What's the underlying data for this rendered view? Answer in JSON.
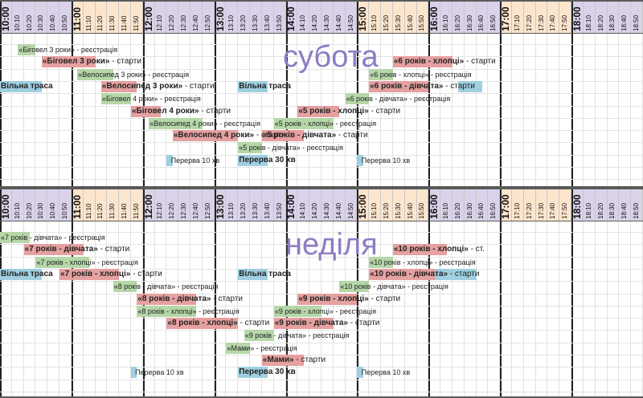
{
  "times": [
    "10:00",
    "10:10",
    "10:20",
    "10:30",
    "10:40",
    "10:50",
    "11:00",
    "11:10",
    "11:20",
    "11:30",
    "11:40",
    "11:50",
    "12:00",
    "12:10",
    "12:20",
    "12:30",
    "12:40",
    "12:50",
    "13:00",
    "13:10",
    "13:20",
    "13:30",
    "13:40",
    "13:50",
    "14:00",
    "14:10",
    "14:20",
    "14:30",
    "14:40",
    "14:50",
    "15:00",
    "15:10",
    "15:20",
    "15:30",
    "15:40",
    "15:50",
    "16:00",
    "16:10",
    "16:20",
    "16:30",
    "16:40",
    "16:50",
    "17:00",
    "17:10",
    "17:20",
    "17:30",
    "17:40",
    "17:50",
    "18:00",
    "18:10",
    "18:20",
    "18:30",
    "18:40",
    "18:50"
  ],
  "colors": {
    "header_purple": "#d9d2e9",
    "header_orange": "#fce5cd",
    "registration": "#b6d7a8",
    "start": "#e6a0a0",
    "free_track": "#9fcfe0",
    "day_title": "#8e7cc3"
  },
  "days": [
    {
      "title": "субота",
      "items": [
        {
          "row": 0,
          "start": 3,
          "span": 3,
          "kind": "reg",
          "parts": [
            {
              "t": "«Біговел 3 роки» - реєстрація",
              "b": false
            }
          ]
        },
        {
          "row": 1,
          "start": 7,
          "span": 9,
          "kind": "start",
          "big": true,
          "parts": [
            {
              "t": "«Біговел 3 роки»",
              "b": true
            },
            {
              "t": " - старти",
              "b": false
            }
          ]
        },
        {
          "row": 1,
          "start": 66,
          "span": 10,
          "kind": "start",
          "big": true,
          "parts": [
            {
              "t": "«6 років - хлопці»",
              "b": true
            },
            {
              "t": " - старти",
              "b": false
            }
          ]
        },
        {
          "row": 2,
          "start": 13,
          "span": 6,
          "kind": "reg",
          "parts": [
            {
              "t": "«Велосипед 3 роки» - реєстрація",
              "b": false
            }
          ]
        },
        {
          "row": 2,
          "start": 62,
          "span": 4,
          "kind": "reg",
          "parts": [
            {
              "t": "«6 років - хлопці» - реєстрація",
              "b": false
            }
          ]
        },
        {
          "row": 3,
          "start": 0,
          "span": 7,
          "kind": "free",
          "big": true,
          "parts": [
            {
              "t": "Вільна траса",
              "b": true
            }
          ]
        },
        {
          "row": 3,
          "start": 17,
          "span": 6,
          "kind": "start",
          "big": true,
          "parts": [
            {
              "t": "«Велосипед 3 роки»",
              "b": true
            },
            {
              "t": " - старти",
              "b": false
            }
          ]
        },
        {
          "row": 3,
          "start": 40,
          "span": 5,
          "kind": "free",
          "big": true,
          "parts": [
            {
              "t": "Вільна траса",
              "b": true
            }
          ]
        },
        {
          "row": 3,
          "start": 62,
          "span": 10,
          "kind": "start",
          "big": true,
          "parts": [
            {
              "t": "«6 років - дівчата»",
              "b": true
            },
            {
              "t": " - старти",
              "b": false
            }
          ]
        },
        {
          "row": 3,
          "start": 77,
          "span": 4,
          "kind": "free",
          "parts": []
        },
        {
          "row": 4,
          "start": 17,
          "span": 5,
          "kind": "reg",
          "parts": [
            {
              "t": "«Біговел 4 роки» - реєстрація",
              "b": false
            }
          ]
        },
        {
          "row": 4,
          "start": 58,
          "span": 4,
          "kind": "reg",
          "parts": [
            {
              "t": "«6 років - дівчата» - реєстрація",
              "b": false
            }
          ]
        },
        {
          "row": 5,
          "start": 22,
          "span": 5,
          "kind": "start",
          "big": true,
          "parts": [
            {
              "t": "«Біговел 4 роки»",
              "b": true
            },
            {
              "t": " - старти",
              "b": false
            }
          ]
        },
        {
          "row": 5,
          "start": 50,
          "span": 7,
          "kind": "start",
          "big": true,
          "parts": [
            {
              "t": "«5 років - хлопці»",
              "b": true
            },
            {
              "t": " - старти",
              "b": false
            }
          ]
        },
        {
          "row": 6,
          "start": 25,
          "span": 9,
          "kind": "reg",
          "parts": [
            {
              "t": "«Велосипед 4 роки» - реєстрація",
              "b": false
            }
          ]
        },
        {
          "row": 6,
          "start": 46,
          "span": 10,
          "kind": "reg",
          "parts": [
            {
              "t": "«5 років - хлопці» - реєстрація",
              "b": false
            }
          ]
        },
        {
          "row": 7,
          "start": 29,
          "span": 11,
          "kind": "start",
          "big": true,
          "parts": [
            {
              "t": "«Велосипед 4 роки»",
              "b": true
            },
            {
              "t": " - старти",
              "b": false
            }
          ]
        },
        {
          "row": 7,
          "start": 44,
          "span": 7,
          "kind": "start",
          "big": true,
          "parts": [
            {
              "t": "«5 років - дівчата»",
              "b": true
            },
            {
              "t": " - старти",
              "b": false
            }
          ]
        },
        {
          "row": 8,
          "start": 40,
          "span": 4,
          "kind": "reg",
          "parts": [
            {
              "t": "«5 років - дівчата» - реєстрація",
              "b": false
            }
          ]
        },
        {
          "row": 9,
          "start": 28,
          "span": 1,
          "kind": "free",
          "parts": []
        },
        {
          "row": 9,
          "start": 40,
          "span": 5,
          "kind": "free",
          "big": true,
          "parts": [
            {
              "t": "Перерва 30 хв",
              "b": true
            }
          ]
        },
        {
          "row": 9,
          "start": 60,
          "span": 1,
          "kind": "free",
          "parts": []
        }
      ],
      "labels": [
        {
          "row": 9,
          "col": 28.3,
          "text": "Перерва 10 хв"
        },
        {
          "row": 9,
          "col": 60.3,
          "text": "Перерва 10 хв"
        }
      ]
    },
    {
      "title": "неділя",
      "items": [
        {
          "row": 0,
          "start": 0,
          "span": 5,
          "kind": "reg",
          "parts": [
            {
              "t": "«7 років - дівчата» - реєстрація",
              "b": false
            }
          ]
        },
        {
          "row": 1,
          "start": 4,
          "span": 10,
          "kind": "start",
          "big": true,
          "parts": [
            {
              "t": "«7 років - дівчата»",
              "b": true
            },
            {
              "t": " - старти",
              "b": false
            }
          ]
        },
        {
          "row": 1,
          "start": 66,
          "span": 9,
          "kind": "start",
          "big": true,
          "parts": [
            {
              "t": "«10 років - хлопці»",
              "b": true
            },
            {
              "t": " - ст.",
              "b": false
            }
          ]
        },
        {
          "row": 2,
          "start": 6,
          "span": 9,
          "kind": "reg",
          "parts": [
            {
              "t": "«7 років - хлопці» - реєстрація",
              "b": false
            }
          ]
        },
        {
          "row": 2,
          "start": 62,
          "span": 4,
          "kind": "reg",
          "parts": [
            {
              "t": "«10 років - хлопці» - реєстрація",
              "b": false
            }
          ]
        },
        {
          "row": 3,
          "start": 0,
          "span": 7,
          "kind": "free",
          "big": true,
          "parts": [
            {
              "t": "Вільна траса",
              "b": true
            }
          ]
        },
        {
          "row": 3,
          "start": 10,
          "span": 10,
          "kind": "start",
          "big": true,
          "parts": [
            {
              "t": "«7 років - хлопці»",
              "b": true
            },
            {
              "t": " - старти",
              "b": false
            }
          ]
        },
        {
          "row": 3,
          "start": 40,
          "span": 5,
          "kind": "free",
          "big": true,
          "parts": [
            {
              "t": "Вільна траса",
              "b": true
            }
          ]
        },
        {
          "row": 3,
          "start": 62,
          "span": 11,
          "kind": "start",
          "big": true,
          "parts": [
            {
              "t": "«10 років - дівчата»",
              "b": true
            },
            {
              "t": " - старти",
              "b": false
            }
          ]
        },
        {
          "row": 3,
          "start": 73,
          "span": 7,
          "kind": "free",
          "parts": []
        },
        {
          "row": 4,
          "start": 19,
          "span": 4,
          "kind": "reg",
          "parts": [
            {
              "t": "«8 років - дівчата» - реєстрація",
              "b": false
            }
          ]
        },
        {
          "row": 4,
          "start": 57,
          "span": 5,
          "kind": "reg",
          "parts": [
            {
              "t": "«10 років - дівчата» - реєстрація",
              "b": false
            }
          ]
        },
        {
          "row": 5,
          "start": 23,
          "span": 10,
          "kind": "start",
          "big": true,
          "parts": [
            {
              "t": "«8 років - дівчата»",
              "b": true
            },
            {
              "t": " - старти",
              "b": false
            }
          ]
        },
        {
          "row": 5,
          "start": 50,
          "span": 10,
          "kind": "start",
          "big": true,
          "parts": [
            {
              "t": "«9 років - хлопці»",
              "b": true
            },
            {
              "t": " - старти",
              "b": false
            }
          ]
        },
        {
          "row": 6,
          "start": 23,
          "span": 10,
          "kind": "reg",
          "parts": [
            {
              "t": "«8 років - хлопці» - реєстрація",
              "b": false
            }
          ]
        },
        {
          "row": 6,
          "start": 46,
          "span": 8,
          "kind": "reg",
          "parts": [
            {
              "t": "«9 років - хлопці» - реєстрація",
              "b": false
            }
          ]
        },
        {
          "row": 7,
          "start": 28,
          "span": 12,
          "kind": "start",
          "big": true,
          "parts": [
            {
              "t": "«8 років - хлопці»",
              "b": true
            },
            {
              "t": " - старти",
              "b": false
            }
          ]
        },
        {
          "row": 7,
          "start": 46,
          "span": 10,
          "kind": "start",
          "big": true,
          "parts": [
            {
              "t": "«9 років - дівчата»",
              "b": true
            },
            {
              "t": " - старти",
              "b": false
            }
          ]
        },
        {
          "row": 8,
          "start": 41,
          "span": 5,
          "kind": "reg",
          "parts": [
            {
              "t": "«9 років - дівчата» - реєстрація",
              "b": false
            }
          ]
        },
        {
          "row": 9,
          "start": 38,
          "span": 4,
          "kind": "reg",
          "parts": [
            {
              "t": "«Мами» - реєстрація",
              "b": false
            }
          ]
        },
        {
          "row": 10,
          "start": 44,
          "span": 7,
          "kind": "start",
          "big": true,
          "parts": [
            {
              "t": "«Мами»",
              "b": true
            },
            {
              "t": " - старти",
              "b": false
            }
          ]
        },
        {
          "row": 11,
          "start": 22,
          "span": 1,
          "kind": "free",
          "parts": []
        },
        {
          "row": 11,
          "start": 40,
          "span": 5,
          "kind": "free",
          "big": true,
          "parts": [
            {
              "t": "Перерва 30 хв",
              "b": true
            }
          ]
        },
        {
          "row": 11,
          "start": 60,
          "span": 1,
          "kind": "free",
          "parts": []
        }
      ],
      "labels": [
        {
          "row": 11,
          "col": 22.3,
          "text": "Перерва 10 хв"
        },
        {
          "row": 11,
          "col": 60.3,
          "text": "Перерва 10 хв"
        }
      ]
    }
  ]
}
